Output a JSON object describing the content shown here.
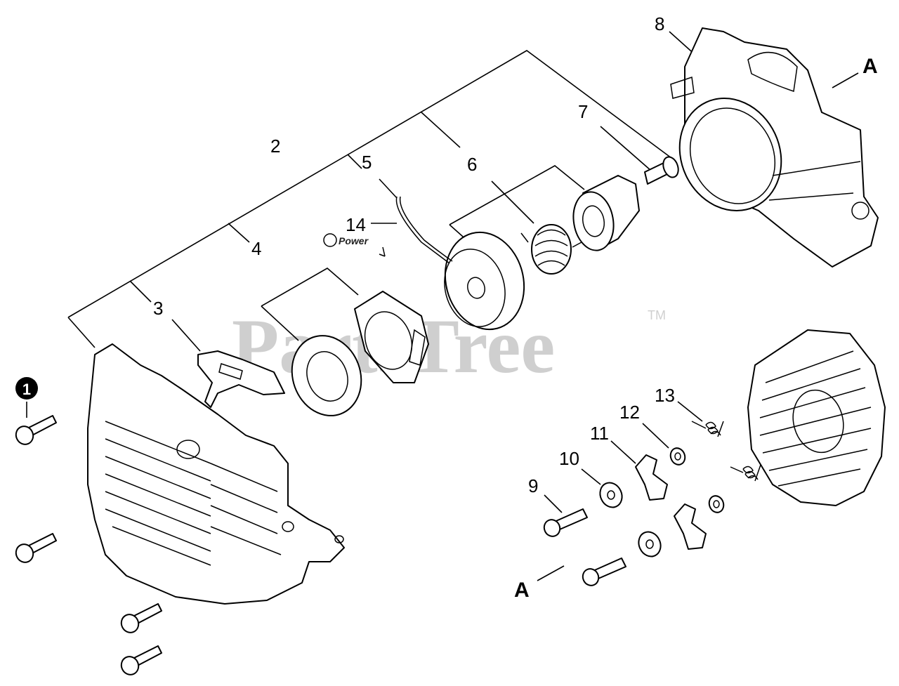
{
  "callouts": [
    {
      "id": "1",
      "label": "1"
    },
    {
      "id": "2",
      "label": "2"
    },
    {
      "id": "3",
      "label": "3"
    },
    {
      "id": "4",
      "label": "4"
    },
    {
      "id": "5",
      "label": "5"
    },
    {
      "id": "6",
      "label": "6"
    },
    {
      "id": "7",
      "label": "7"
    },
    {
      "id": "8",
      "label": "8"
    },
    {
      "id": "9",
      "label": "9"
    },
    {
      "id": "10",
      "label": "10"
    },
    {
      "id": "11",
      "label": "11"
    },
    {
      "id": "12",
      "label": "12"
    },
    {
      "id": "13",
      "label": "13"
    },
    {
      "id": "14",
      "label": "14"
    }
  ],
  "section_markers": [
    "A",
    "A"
  ],
  "watermark": {
    "text": "PartsTree",
    "trademark": "TM"
  },
  "badge": {
    "text": "Power"
  }
}
